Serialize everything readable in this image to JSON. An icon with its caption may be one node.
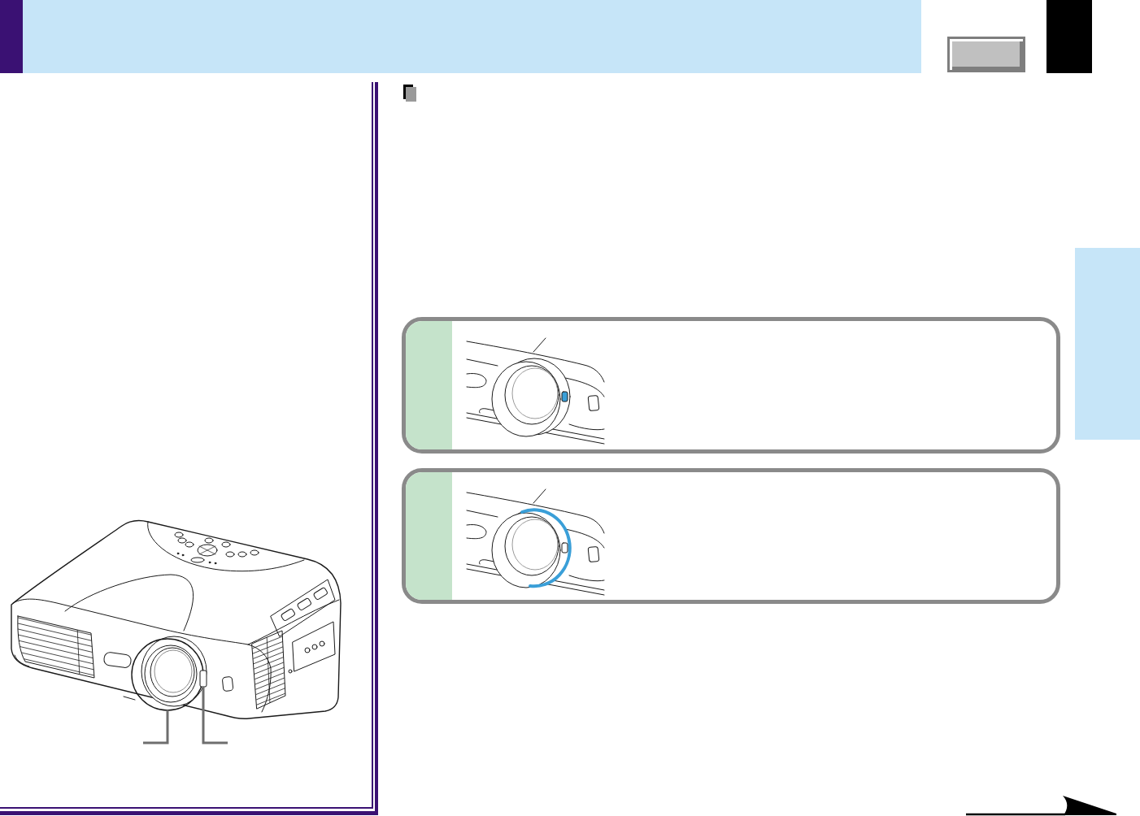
{
  "diagram": {
    "nodes": [
      {
        "text": [],
        "shape": "picture"
      },
      {
        "text": [],
        "shape": "circle",
        "in": 0
      },
      {
        "text": [],
        "shape": "bar",
        "in": 0
      },
      {
        "text": [],
        "shape": "box"
      },
      {
        "text": [],
        "shape": "box"
      },
      {
        "text": [],
        "shape": "bar"
      }
    ],
    "edges": [
      {
        "from": null,
        "to": 1,
        "arrow": "none"
      },
      {
        "from": null,
        "to": 2,
        "arrow": "none"
      }
    ]
  }
}
